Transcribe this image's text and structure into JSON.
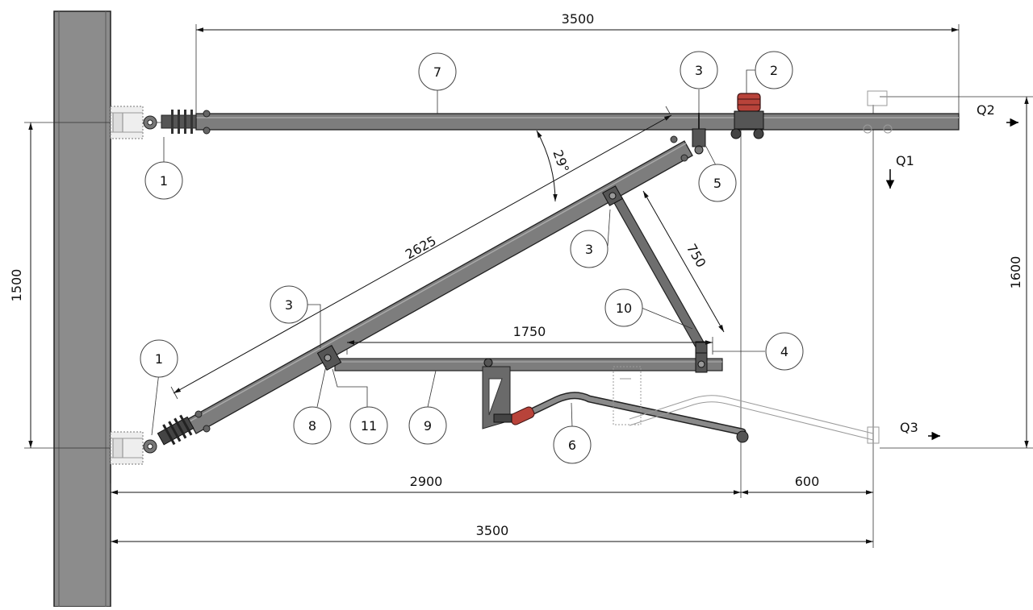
{
  "colors": {
    "mast": "#8c8c8c",
    "tube": "#7d7d7d",
    "tube_dark": "#3a3a3a",
    "insulator": "#b8433a",
    "ghost": "#9a9a9a"
  },
  "dimensions": {
    "top_length": "3500",
    "brace_length": "2625",
    "angle": "29°",
    "stay_length": "750",
    "lower_length": "1750",
    "vertical_left": "1500",
    "vertical_right": "1600",
    "bottom_2900": "2900",
    "bottom_600": "600",
    "bottom_3500": "3500"
  },
  "loads": {
    "q1": "Q1",
    "q2": "Q2",
    "q3": "Q3"
  },
  "callouts": {
    "c1_top": "1",
    "c1_bottom": "1",
    "c2": "2",
    "c3_top": "3",
    "c3_mid": "3",
    "c3_left": "3",
    "c4": "4",
    "c5": "5",
    "c6": "6",
    "c7": "7",
    "c8": "8",
    "c9": "9",
    "c10": "10",
    "c11": "11"
  }
}
